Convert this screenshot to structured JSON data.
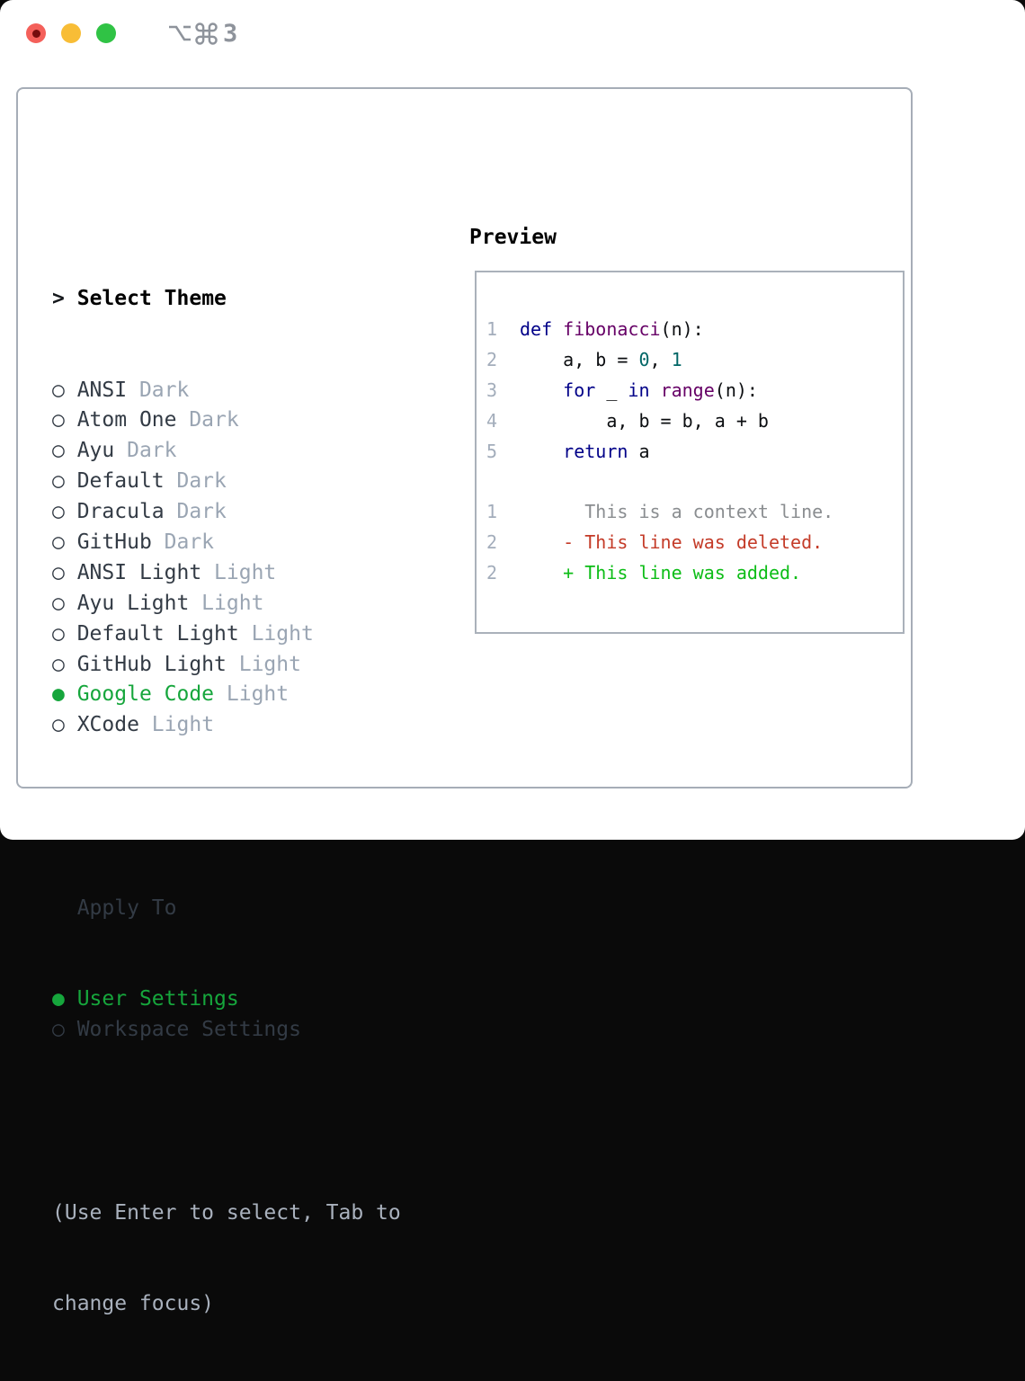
{
  "colors": {
    "tl_red": "#f4605a",
    "tl_red_dot": "#750d0d",
    "tl_yellow": "#f8bd36",
    "tl_green": "#30c345",
    "title_gray": "#8e939b",
    "panel_border": "#a6adb7",
    "preview_border": "#aab1ba",
    "text_dark": "#333b45",
    "muted": "#9aa5b3",
    "help_gray": "#a9b1bd",
    "accent_green": "#16a63c",
    "line_number": "#a3adbb",
    "code_keyword": "#000088",
    "code_title": "#660066",
    "code_number": "#006666",
    "code_plain": "#0b0d10",
    "diff_gray": "#8a8d90",
    "diff_red": "#c43b28",
    "diff_green": "#0dbd17"
  },
  "window": {
    "shortcut_label": "⌥⌘3",
    "shortcut_number": "3",
    "traffic_lights": [
      "close",
      "minimize",
      "zoom"
    ]
  },
  "theme_picker": {
    "header_prompt": ">",
    "header_label": "Select Theme",
    "items": [
      {
        "name": "ANSI",
        "variant": "Dark",
        "selected": false
      },
      {
        "name": "Atom One",
        "variant": "Dark",
        "selected": false
      },
      {
        "name": "Ayu",
        "variant": "Dark",
        "selected": false
      },
      {
        "name": "Default",
        "variant": "Dark",
        "selected": false
      },
      {
        "name": "Dracula",
        "variant": "Dark",
        "selected": false
      },
      {
        "name": "GitHub",
        "variant": "Dark",
        "selected": false
      },
      {
        "name": "ANSI Light",
        "variant": "Light",
        "selected": false
      },
      {
        "name": "Ayu Light",
        "variant": "Light",
        "selected": false
      },
      {
        "name": "Default Light",
        "variant": "Light",
        "selected": false
      },
      {
        "name": "GitHub Light",
        "variant": "Light",
        "selected": false
      },
      {
        "name": "Google Code",
        "variant": "Light",
        "selected": true
      },
      {
        "name": "XCode",
        "variant": "Light",
        "selected": false
      }
    ],
    "apply_to_label": "Apply To",
    "apply_options": [
      {
        "name": "User Settings",
        "selected": true
      },
      {
        "name": "Workspace Settings",
        "selected": false
      }
    ],
    "help_lines": [
      "(Use Enter to select, Tab to",
      "change focus)"
    ]
  },
  "preview": {
    "label": "Preview",
    "code_lines": [
      {
        "num": "1",
        "segments": [
          {
            "text": "def",
            "color": "keyword"
          },
          {
            "text": " ",
            "color": "plain"
          },
          {
            "text": "fibonacci",
            "color": "title"
          },
          {
            "text": "(n):",
            "color": "plain"
          }
        ]
      },
      {
        "num": "2",
        "segments": [
          {
            "text": "    a, b = ",
            "color": "plain"
          },
          {
            "text": "0",
            "color": "number"
          },
          {
            "text": ", ",
            "color": "plain"
          },
          {
            "text": "1",
            "color": "number"
          }
        ]
      },
      {
        "num": "3",
        "segments": [
          {
            "text": "    ",
            "color": "plain"
          },
          {
            "text": "for",
            "color": "keyword"
          },
          {
            "text": " _ ",
            "color": "plain"
          },
          {
            "text": "in",
            "color": "keyword"
          },
          {
            "text": " ",
            "color": "plain"
          },
          {
            "text": "range",
            "color": "title"
          },
          {
            "text": "(n):",
            "color": "plain"
          }
        ]
      },
      {
        "num": "4",
        "segments": [
          {
            "text": "        a, b = b, a + b",
            "color": "plain"
          }
        ]
      },
      {
        "num": "5",
        "segments": [
          {
            "text": "    ",
            "color": "plain"
          },
          {
            "text": "return",
            "color": "keyword"
          },
          {
            "text": " a",
            "color": "plain"
          }
        ]
      }
    ],
    "diff_lines": [
      {
        "num": "1",
        "marker": "",
        "kind": "context",
        "text": "This is a context line."
      },
      {
        "num": "2",
        "marker": "-",
        "kind": "deleted",
        "text": "This line was deleted."
      },
      {
        "num": "2",
        "marker": "+",
        "kind": "added",
        "text": "This line was added."
      }
    ]
  }
}
